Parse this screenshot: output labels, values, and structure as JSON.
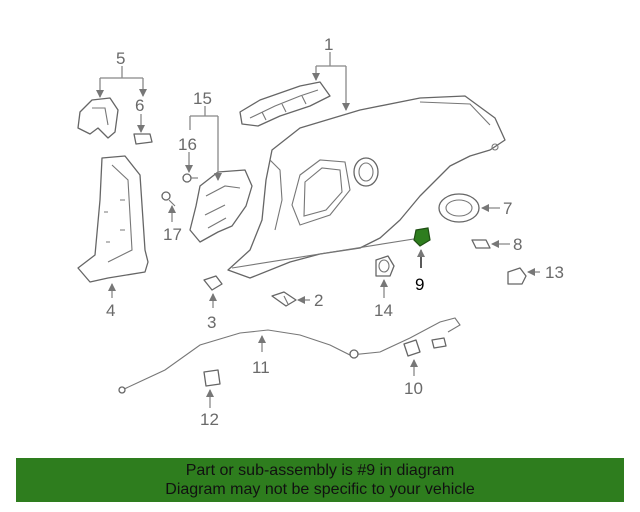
{
  "diagram": {
    "callouts": [
      "1",
      "2",
      "3",
      "4",
      "5",
      "6",
      "7",
      "8",
      "9",
      "10",
      "11",
      "12",
      "13",
      "14",
      "15",
      "16",
      "17"
    ],
    "highlighted_callout": "9",
    "highlight_color": "#2e7d1e"
  },
  "banner": {
    "line1": "Part or sub-assembly is #9 in diagram",
    "line2": "Diagram may not be specific to your vehicle",
    "background": "#2e7d1e"
  }
}
